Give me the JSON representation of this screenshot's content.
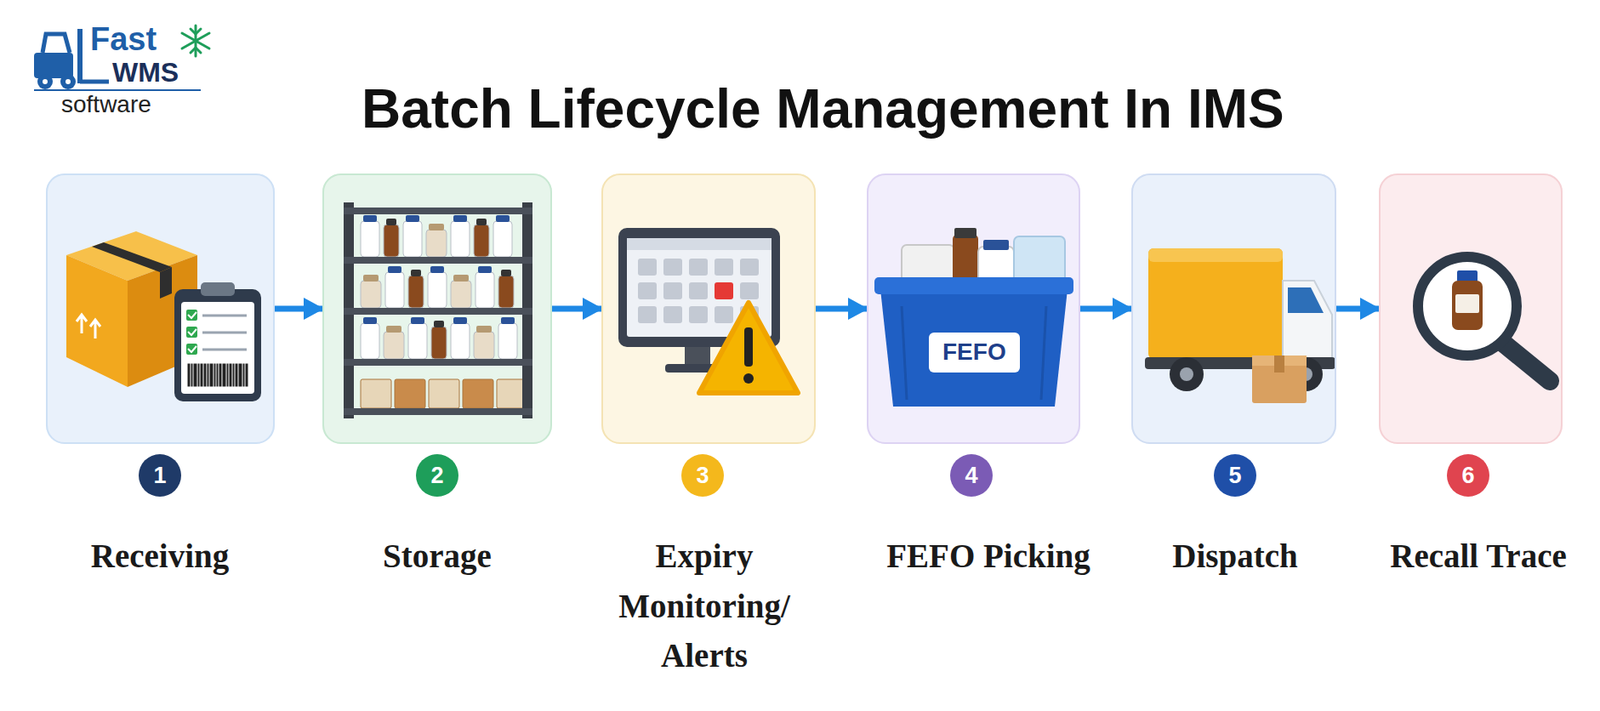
{
  "diagram": {
    "title": "Batch Lifecycle Management In IMS",
    "nodes": [
      {
        "text": [
          "Receiving"
        ]
      },
      {
        "text": [
          "1"
        ]
      },
      {
        "text": [
          "Storage"
        ]
      },
      {
        "text": [
          "2"
        ]
      },
      {
        "text": [
          "Expiry Monitoring/ Alerts"
        ]
      },
      {
        "text": [
          "3"
        ]
      },
      {
        "text": [
          "FEFO Picking"
        ]
      },
      {
        "text": [
          "4"
        ]
      },
      {
        "text": [
          "Dispatch"
        ]
      },
      {
        "text": [
          "5"
        ]
      },
      {
        "text": [
          "Recall Trace"
        ]
      },
      {
        "text": [
          "6"
        ]
      }
    ],
    "edges": [
      {
        "from": 0,
        "to": 2,
        "arrow": "to"
      },
      {
        "from": 2,
        "to": 4,
        "arrow": "to"
      },
      {
        "from": 4,
        "to": 6,
        "arrow": "to"
      },
      {
        "from": 6,
        "to": 8,
        "arrow": "to"
      },
      {
        "from": 8,
        "to": 10,
        "arrow": "to"
      }
    ],
    "labels": [
      "Fast",
      "WMS",
      "software",
      "FEFO"
    ]
  }
}
